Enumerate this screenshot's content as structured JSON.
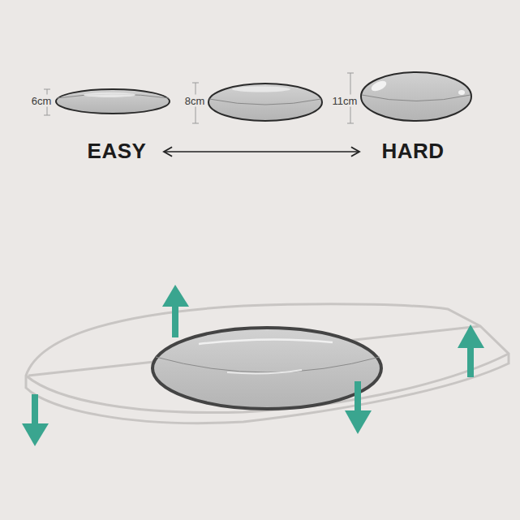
{
  "diagram": {
    "labels": [
      "6cm",
      "8cm",
      "11cm",
      "EASY",
      "HARD"
    ]
  }
}
